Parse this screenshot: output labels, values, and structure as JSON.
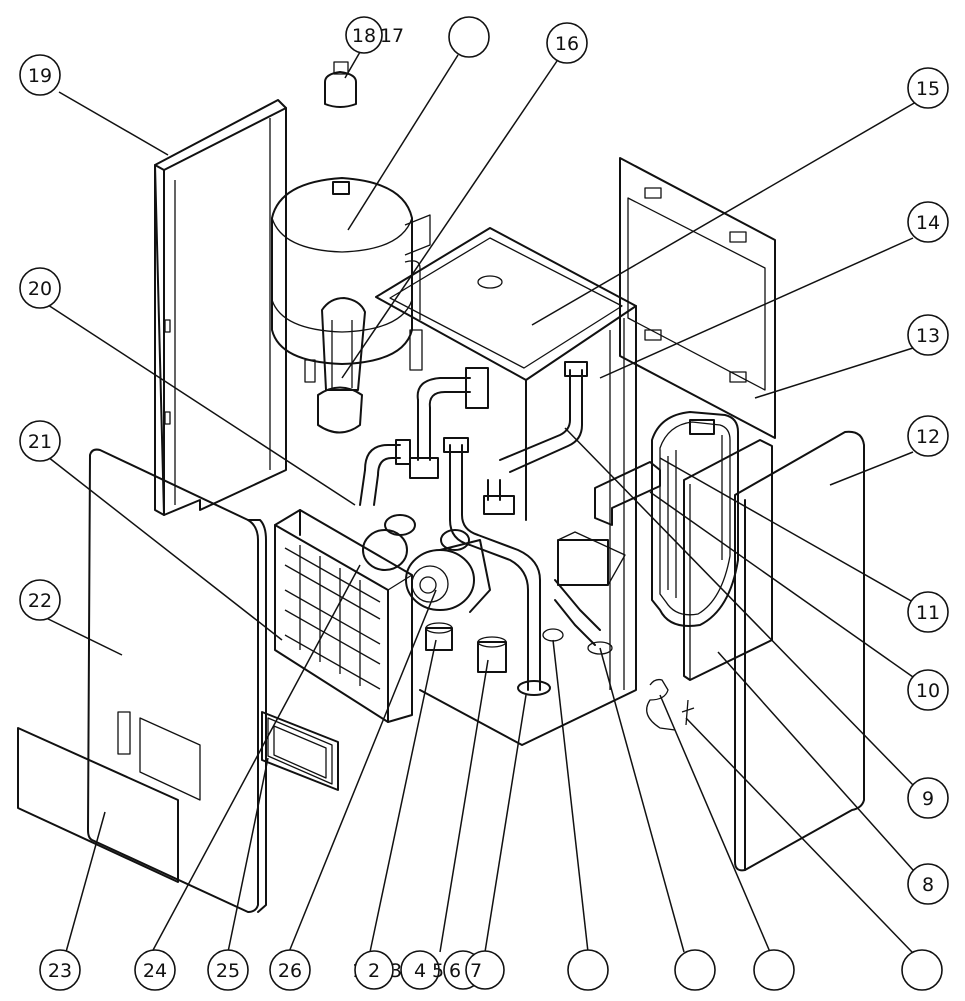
{
  "callouts": [
    {
      "id": "1",
      "text": "1"
    },
    {
      "id": "2",
      "text": "2"
    },
    {
      "id": "3",
      "text": "3"
    },
    {
      "id": "4",
      "text": "4"
    },
    {
      "id": "5",
      "text": "5"
    },
    {
      "id": "6",
      "text": "6"
    },
    {
      "id": "7",
      "text": "7"
    },
    {
      "id": "8",
      "text": "8"
    },
    {
      "id": "9",
      "text": "9"
    },
    {
      "id": "10",
      "text": "10"
    },
    {
      "id": "11",
      "text": "11"
    },
    {
      "id": "12",
      "text": "12"
    },
    {
      "id": "13",
      "text": "13"
    },
    {
      "id": "14",
      "text": "14"
    },
    {
      "id": "15",
      "text": "15"
    },
    {
      "id": "16",
      "text": "16"
    },
    {
      "id": "17",
      "text": "17"
    },
    {
      "id": "18",
      "text": "18"
    },
    {
      "id": "19",
      "text": "19"
    },
    {
      "id": "20",
      "text": "20"
    },
    {
      "id": "21",
      "text": "21"
    },
    {
      "id": "22",
      "text": "22"
    },
    {
      "id": "23",
      "text": "23"
    },
    {
      "id": "24",
      "text": "24"
    },
    {
      "id": "25",
      "text": "25"
    },
    {
      "id": "26",
      "text": "26"
    },
    {
      "id": "blank-a",
      "text": ""
    },
    {
      "id": "blank-b",
      "text": ""
    },
    {
      "id": "blank-c",
      "text": ""
    },
    {
      "id": "blank-d",
      "text": ""
    },
    {
      "id": "blank-e",
      "text": ""
    },
    {
      "id": "blank-f",
      "text": ""
    }
  ]
}
